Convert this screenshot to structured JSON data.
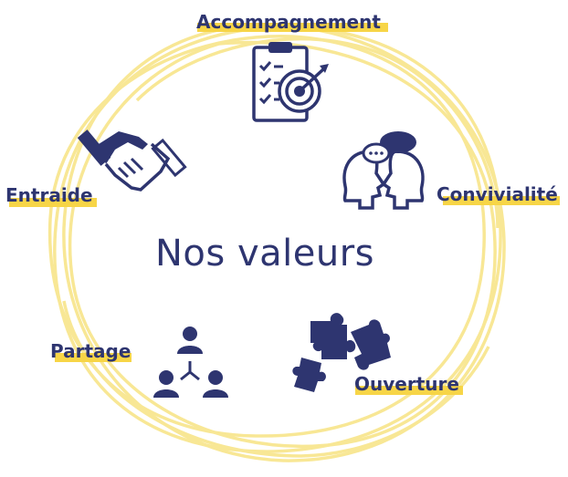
{
  "title": "Nos valeurs",
  "colors": {
    "navy": "#2e3570",
    "ring": "#f7e27a",
    "highlight": "#f7d547"
  },
  "values": [
    {
      "label": "Accompagnement",
      "icon": "clipboard-target-icon"
    },
    {
      "label": "Convivialité",
      "icon": "conversation-heads-icon"
    },
    {
      "label": "Ouverture",
      "icon": "puzzle-pieces-icon"
    },
    {
      "label": "Partage",
      "icon": "people-network-icon"
    },
    {
      "label": "Entraide",
      "icon": "handshake-icon"
    }
  ]
}
